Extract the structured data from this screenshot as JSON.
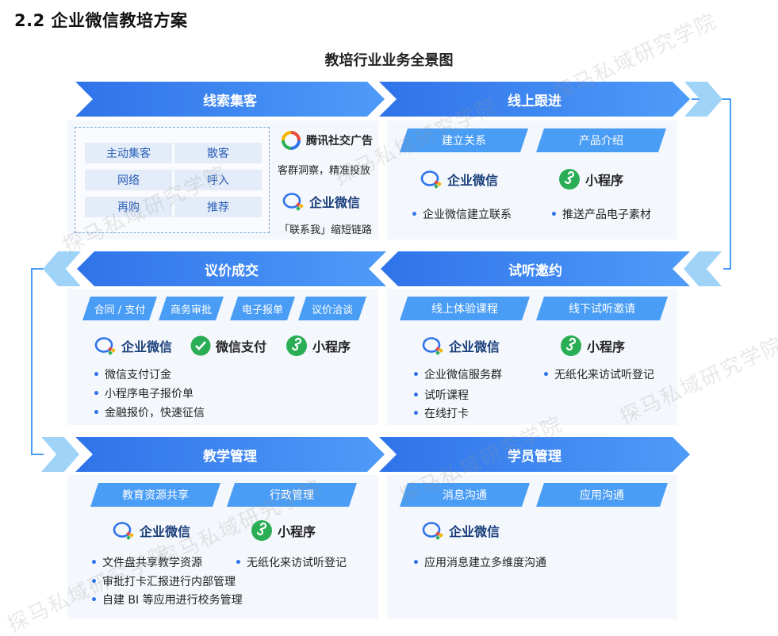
{
  "heading": "2.2  企业微信教培方案",
  "diagram_title": "教培行业业务全景图",
  "watermark": "探马私域研究学院",
  "products": {
    "wecom": "企业微信",
    "miniprogram": "小程序",
    "wechat_pay": "微信支付",
    "tencent_ads": "腾讯社交广告"
  },
  "colors": {
    "primary": "#2f73ea",
    "tag": "#4a9df5",
    "chevron": "#9fd3f8",
    "panel": "#f4f7fc",
    "green": "#2aae55",
    "cell": "#e3ecf8"
  },
  "leads": {
    "title": "线索集客",
    "cells": [
      "主动集客",
      "散客",
      "网络",
      "呼入",
      "再购",
      "推荐"
    ],
    "ads_caption": "客群洞察，精准投放",
    "wecom_caption": "「联系我」缩短链路"
  },
  "followup": {
    "title": "线上跟进",
    "tags": [
      "建立关系",
      "产品介绍"
    ],
    "bullets_left": [
      "企业微信建立联系"
    ],
    "bullets_right": [
      "推送产品电子素材"
    ]
  },
  "deal": {
    "title": "议价成交",
    "tags": [
      "合同 / 支付",
      "商务审批",
      "电子报单",
      "议价洽谈"
    ],
    "bullets": [
      "微信支付订金",
      "小程序电子报价单",
      "金融报价，快速征信"
    ]
  },
  "trial": {
    "title": "试听邀约",
    "tags": [
      "线上体验课程",
      "线下试听邀请"
    ],
    "bullets_left": [
      "企业微信服务群",
      "试听课程",
      "在线打卡"
    ],
    "bullets_right": [
      "无纸化来访试听登记"
    ]
  },
  "teaching": {
    "title": "教学管理",
    "tags": [
      "教育资源共享",
      "行政管理"
    ],
    "bullets_left": [
      "文件盘共享教学资源",
      "审批打卡汇报进行内部管理",
      "自建 BI 等应用进行校务管理"
    ],
    "bullets_right": [
      "无纸化来访试听登记"
    ]
  },
  "students": {
    "title": "学员管理",
    "tags": [
      "消息沟通",
      "应用沟通"
    ],
    "bullets": [
      "应用消息建立多维度沟通"
    ]
  }
}
